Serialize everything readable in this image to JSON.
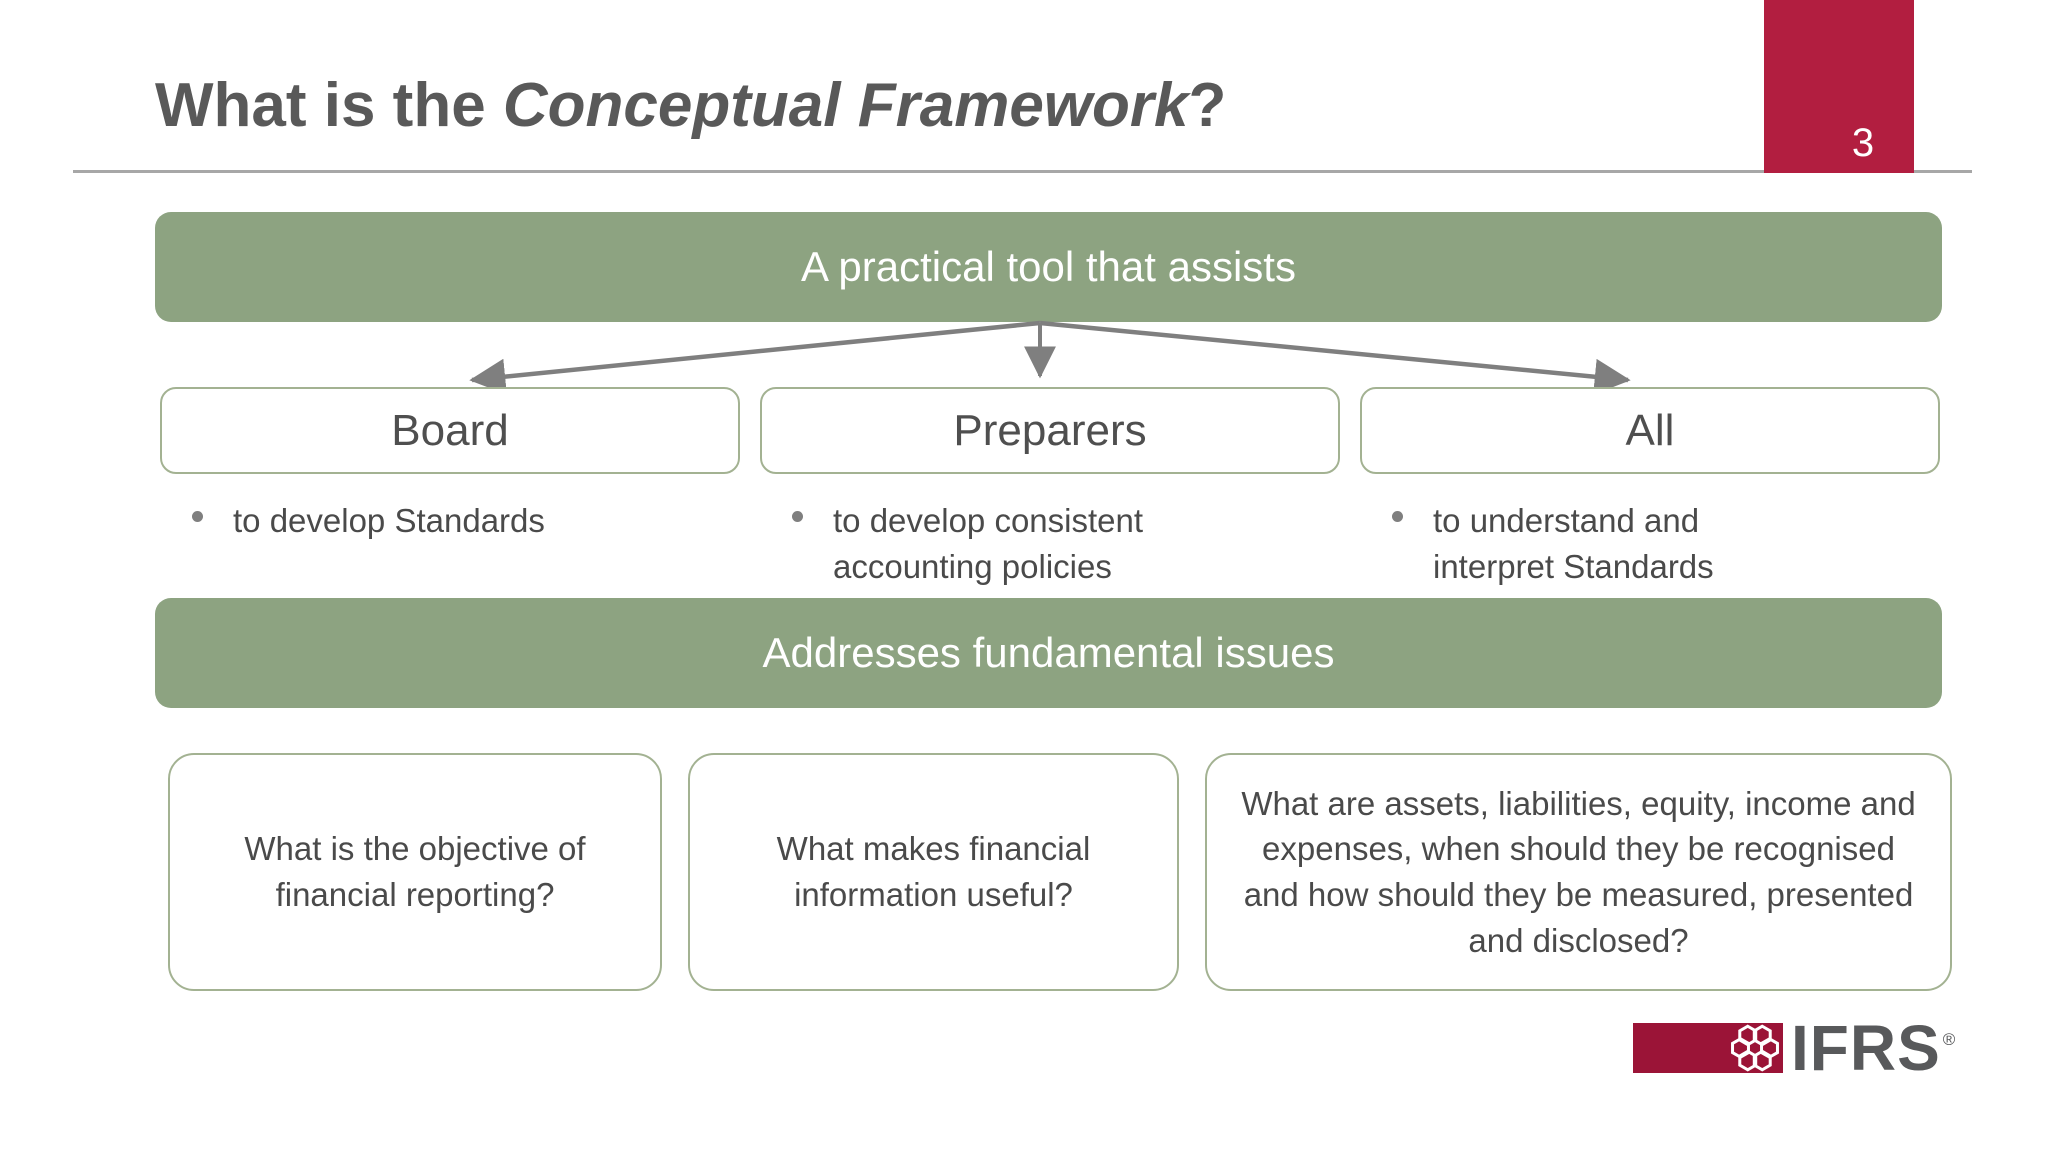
{
  "slide": {
    "title": {
      "prefix": "What is the ",
      "emphasis": "Conceptual Framework",
      "suffix": "?"
    },
    "page_number": "3",
    "top_banner": "A practical tool that assists",
    "audiences": [
      {
        "label": "Board",
        "bullet": "to develop Standards"
      },
      {
        "label": "Preparers",
        "bullet": "to develop consistent accounting policies"
      },
      {
        "label": "All",
        "bullet": "to understand and interpret Standards"
      }
    ],
    "middle_banner": "Addresses fundamental issues",
    "questions": [
      "What is the objective of financial reporting?",
      "What makes financial information useful?",
      "What are assets, liabilities, equity, income and expenses, when should they be recognised and how should they be measured, presented and disclosed?"
    ],
    "logo": {
      "wordmark": "IFRS",
      "registered": "®"
    }
  },
  "colors": {
    "sage": "#8DA381",
    "sage-border": "#A3B292",
    "crimson": "#B21E40",
    "logo-red": "#9B1437",
    "title-gray": "#595959",
    "text-gray": "#4A4A4A",
    "arrow-gray": "#7F7F7F",
    "divider-gray": "#A7A7A7",
    "logo-gray": "#58595B"
  }
}
